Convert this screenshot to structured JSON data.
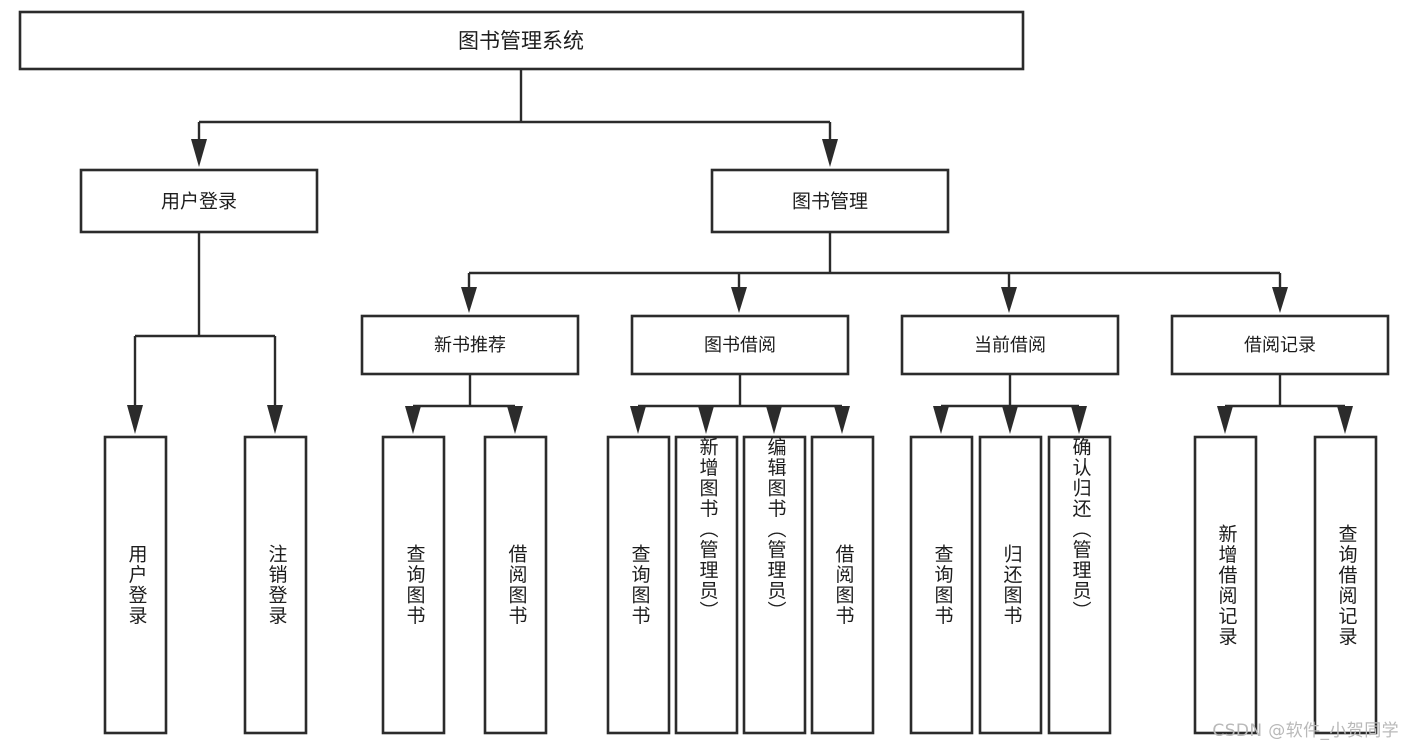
{
  "diagram": {
    "type": "tree-hierarchy-flowchart",
    "title": "图书管理系统",
    "colors": {
      "background": "#ffffff",
      "box_border": "#2b2b2b",
      "box_fill": "#ffffff",
      "text": "#1d1d1d",
      "watermark": "#b9b9b9"
    },
    "root": {
      "label": "图书管理系统"
    },
    "level2": [
      {
        "label": "用户登录"
      },
      {
        "label": "图书管理"
      }
    ],
    "level3": [
      {
        "label": "新书推荐"
      },
      {
        "label": "图书借阅"
      },
      {
        "label": "当前借阅"
      },
      {
        "label": "借阅记录"
      }
    ],
    "leaves": {
      "user_login": [
        {
          "label": "用户登录"
        },
        {
          "label": "注销登录"
        }
      ],
      "new_book_recommend": [
        {
          "label": "查询图书"
        },
        {
          "label": "借阅图书"
        }
      ],
      "book_borrow": [
        {
          "label": "查询图书"
        },
        {
          "label": "新增图书（管理员）"
        },
        {
          "label": "编辑图书（管理员）"
        },
        {
          "label": "借阅图书"
        }
      ],
      "current_borrow": [
        {
          "label": "查询图书"
        },
        {
          "label": "归还图书"
        },
        {
          "label": "确认归还（管理员）"
        }
      ],
      "borrow_records": [
        {
          "label": "新增借阅记录"
        },
        {
          "label": "查询借阅记录"
        }
      ]
    }
  },
  "watermark": {
    "text": "CSDN @软件_小贺同学"
  }
}
